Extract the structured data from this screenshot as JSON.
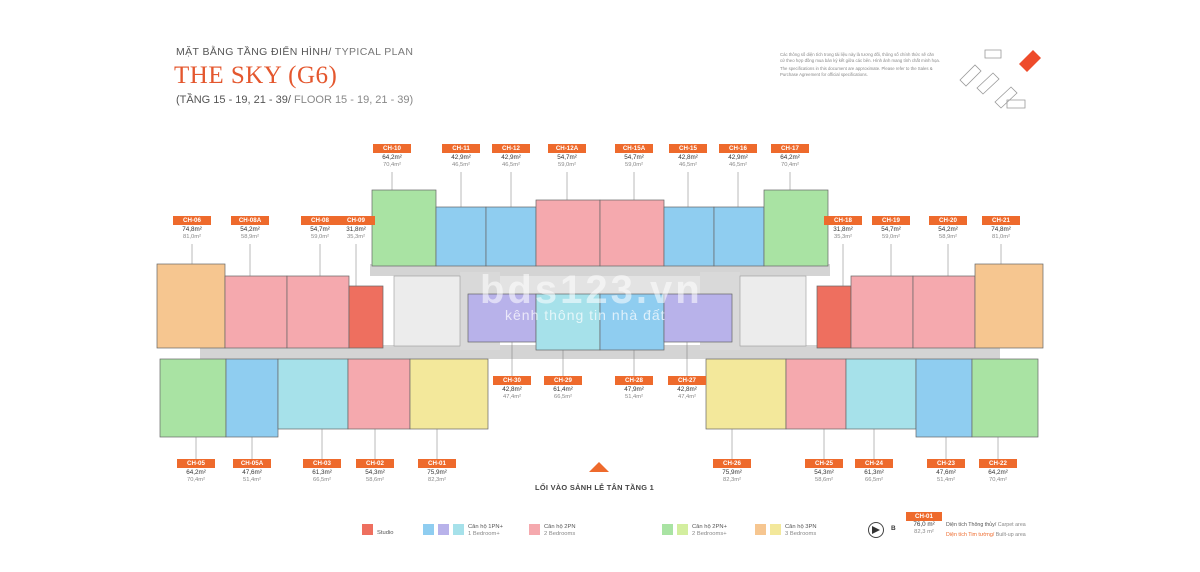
{
  "header": {
    "plan_vi": "MẶT BẰNG TẦNG ĐIỂN HÌNH/",
    "plan_en": " TYPICAL PLAN",
    "title": "THE SKY (G6)",
    "floors_vi": "(TẦNG 15 - 19, 21 - 39/",
    "floors_en": " FLOOR 15 - 19, 21 - 39)"
  },
  "note": {
    "vi": "Các thông số diện tích trong tài liệu này là tương đối, thông số chính thức sẽ căn cứ theo hợp đồng mua bán ký kết giữa các bên. Hình ảnh mang tính chất minh họa.",
    "en": "The specifications in this document are approximate. Please refer to the Sales & Purchase Agreement for official specifications."
  },
  "units_top": [
    {
      "id": "CH-10",
      "a1": "64,2m²",
      "a2": "70,4m²"
    },
    {
      "id": "CH-11",
      "a1": "42,9m²",
      "a2": "46,5m²"
    },
    {
      "id": "CH-12",
      "a1": "42,9m²",
      "a2": "46,5m²"
    },
    {
      "id": "CH-12A",
      "a1": "54,7m²",
      "a2": "59,0m²"
    },
    {
      "id": "CH-15A",
      "a1": "54,7m²",
      "a2": "59,0m²"
    },
    {
      "id": "CH-15",
      "a1": "42,8m²",
      "a2": "46,5m²"
    },
    {
      "id": "CH-16",
      "a1": "42,9m²",
      "a2": "46,5m²"
    },
    {
      "id": "CH-17",
      "a1": "64,2m²",
      "a2": "70,4m²"
    }
  ],
  "units_upper_left": [
    {
      "id": "CH-06",
      "a1": "74,8m²",
      "a2": "81,0m²"
    },
    {
      "id": "CH-08A",
      "a1": "54,2m²",
      "a2": "58,9m²"
    },
    {
      "id": "CH-08",
      "a1": "54,7m²",
      "a2": "59,0m²"
    },
    {
      "id": "CH-09",
      "a1": "31,8m²",
      "a2": "35,3m²"
    }
  ],
  "units_upper_right": [
    {
      "id": "CH-18",
      "a1": "31,8m²",
      "a2": "35,3m²"
    },
    {
      "id": "CH-19",
      "a1": "54,7m²",
      "a2": "59,0m²"
    },
    {
      "id": "CH-20",
      "a1": "54,2m²",
      "a2": "58,9m²"
    },
    {
      "id": "CH-21",
      "a1": "74,8m²",
      "a2": "81,0m²"
    }
  ],
  "units_mid": [
    {
      "id": "CH-30",
      "a1": "42,8m²",
      "a2": "47,4m²"
    },
    {
      "id": "CH-29",
      "a1": "61,4m²",
      "a2": "66,5m²"
    },
    {
      "id": "CH-28",
      "a1": "47,9m²",
      "a2": "51,4m²"
    },
    {
      "id": "CH-27",
      "a1": "42,8m²",
      "a2": "47,4m²"
    }
  ],
  "units_bottom": [
    {
      "id": "CH-05",
      "a1": "64,2m²",
      "a2": "70,4m²"
    },
    {
      "id": "CH-05A",
      "a1": "47,6m²",
      "a2": "51,4m²"
    },
    {
      "id": "CH-03",
      "a1": "61,3m²",
      "a2": "66,5m²"
    },
    {
      "id": "CH-02",
      "a1": "54,3m²",
      "a2": "58,6m²"
    },
    {
      "id": "CH-01",
      "a1": "75,9m²",
      "a2": "82,3m²"
    },
    {
      "id": "CH-26",
      "a1": "75,9m²",
      "a2": "82,3m²"
    },
    {
      "id": "CH-25",
      "a1": "54,3m²",
      "a2": "58,6m²"
    },
    {
      "id": "CH-24",
      "a1": "61,3m²",
      "a2": "66,5m²"
    },
    {
      "id": "CH-23",
      "a1": "47,6m²",
      "a2": "51,4m²"
    },
    {
      "id": "CH-22",
      "a1": "64,2m²",
      "a2": "70,4m²"
    }
  ],
  "entrance": "LỐI VÀO SẢNH LỄ TÂN TẦNG 1",
  "watermark": {
    "main": "bds123.vn",
    "sub": "kênh thông tin nhà đất"
  },
  "legend": {
    "studio": "Studio",
    "b1_vi": "Căn hộ 1PN+",
    "b1_en": "1 Bedroom+",
    "b2_vi": "Căn hộ 2PN",
    "b2_en": "2 Bedrooms",
    "b2p_vi": "Căn hộ 2PN+",
    "b2p_en": "2 Bedrooms+",
    "b3_vi": "Căn hộ 3PN",
    "b3_en": "3 Bedrooms"
  },
  "colors": {
    "studio": "#ee6f5f",
    "b1": "#8fcdf0",
    "b1b": "#b8b2ea",
    "b1c": "#a6e1ea",
    "b2": "#f5a9ae",
    "b2p": "#a9e3a3",
    "b2pb": "#d3ee9f",
    "b3": "#f6c690",
    "b3b": "#f3e89b",
    "accent": "#ee6a2c",
    "core": "#d4d4d4"
  },
  "sample": {
    "id": "CH-01",
    "a1": "76,0 m²",
    "a2": "82,3 m²",
    "l1_vi": "Diện tích Thông thủy/",
    "l1_en": " Carpet area",
    "l2_vi": "Diện tích Tim tường/",
    "l2_en": " Built-up area"
  },
  "compass_label": "B"
}
